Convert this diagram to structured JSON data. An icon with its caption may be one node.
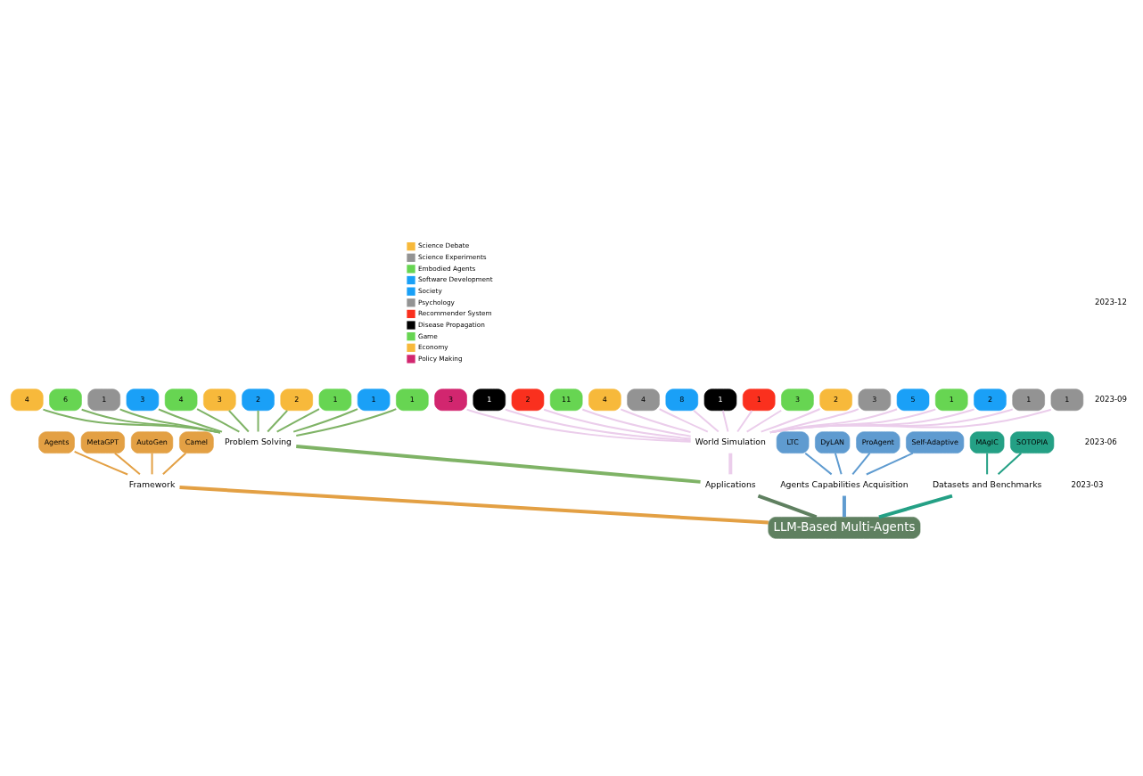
{
  "diagram": {
    "nodes": [
      {
        "text": [
          "LLM-Based Multi-Agents"
        ]
      },
      {
        "text": [
          "Framework"
        ]
      },
      {
        "text": [
          "Applications"
        ]
      },
      {
        "text": [
          "Problem Solving"
        ]
      },
      {
        "text": [
          "World Simulation"
        ]
      },
      {
        "text": [
          "Agents Capabilities Acquisition"
        ]
      },
      {
        "text": [
          "Datasets and Benchmarks"
        ]
      },
      {
        "text": [
          "Agents"
        ]
      },
      {
        "text": [
          "MetaGPT"
        ]
      },
      {
        "text": [
          "AutoGen"
        ]
      },
      {
        "text": [
          "Camel"
        ]
      },
      {
        "text": [
          "4"
        ]
      },
      {
        "text": [
          "6"
        ]
      },
      {
        "text": [
          "1"
        ]
      },
      {
        "text": [
          "3"
        ]
      },
      {
        "text": [
          "4"
        ]
      },
      {
        "text": [
          "3"
        ]
      },
      {
        "text": [
          "2"
        ]
      },
      {
        "text": [
          "2"
        ]
      },
      {
        "text": [
          "1"
        ]
      },
      {
        "text": [
          "1"
        ]
      },
      {
        "text": [
          "1"
        ]
      },
      {
        "text": [
          "3"
        ]
      },
      {
        "text": [
          "1"
        ]
      },
      {
        "text": [
          "2"
        ]
      },
      {
        "text": [
          "11"
        ]
      },
      {
        "text": [
          "4"
        ]
      },
      {
        "text": [
          "4"
        ]
      },
      {
        "text": [
          "8"
        ]
      },
      {
        "text": [
          "1"
        ]
      },
      {
        "text": [
          "1"
        ]
      },
      {
        "text": [
          "3"
        ]
      },
      {
        "text": [
          "2"
        ]
      },
      {
        "text": [
          "3"
        ]
      },
      {
        "text": [
          "5"
        ]
      },
      {
        "text": [
          "1"
        ]
      },
      {
        "text": [
          "2"
        ]
      },
      {
        "text": [
          "1"
        ]
      },
      {
        "text": [
          "1"
        ]
      },
      {
        "text": [
          "LTC"
        ]
      },
      {
        "text": [
          "DyLAN"
        ]
      },
      {
        "text": [
          "ProAgent"
        ]
      },
      {
        "text": [
          "Self-Adaptive"
        ]
      },
      {
        "text": [
          "MAgIC"
        ]
      },
      {
        "text": [
          "SOTOPIA"
        ]
      }
    ],
    "edges": [
      {
        "from": 0,
        "to": 1,
        "arrow": "none",
        "style": "thick",
        "color": "#e3a044"
      },
      {
        "from": 0,
        "to": 2,
        "arrow": "none",
        "style": "thick",
        "color": "#5f8060"
      },
      {
        "from": 0,
        "to": 5,
        "arrow": "none",
        "style": "thick",
        "color": "#5f9bd0"
      },
      {
        "from": 0,
        "to": 6,
        "arrow": "none",
        "style": "thick",
        "color": "#24a085"
      },
      {
        "from": 2,
        "to": 3,
        "arrow": "none",
        "style": "thick",
        "color": "#7fb366"
      },
      {
        "from": 2,
        "to": 4,
        "arrow": "none",
        "style": "thick",
        "color": "#ebcdeb"
      },
      {
        "from": 1,
        "to": 7,
        "arrow": "none",
        "color": "#e3a044"
      },
      {
        "from": 1,
        "to": 8,
        "arrow": "none",
        "color": "#e3a044"
      },
      {
        "from": 1,
        "to": 9,
        "arrow": "none",
        "color": "#e3a044"
      },
      {
        "from": 1,
        "to": 10,
        "arrow": "none",
        "color": "#e3a044"
      },
      {
        "from": 3,
        "to": 11,
        "arrow": "none",
        "color": "#7fb366"
      },
      {
        "from": 3,
        "to": 12,
        "arrow": "none",
        "color": "#7fb366"
      },
      {
        "from": 3,
        "to": 13,
        "arrow": "none",
        "color": "#7fb366"
      },
      {
        "from": 3,
        "to": 14,
        "arrow": "none",
        "color": "#7fb366"
      },
      {
        "from": 3,
        "to": 15,
        "arrow": "none",
        "color": "#7fb366"
      },
      {
        "from": 3,
        "to": 16,
        "arrow": "none",
        "color": "#7fb366"
      },
      {
        "from": 3,
        "to": 17,
        "arrow": "none",
        "color": "#7fb366"
      },
      {
        "from": 3,
        "to": 18,
        "arrow": "none",
        "color": "#7fb366"
      },
      {
        "from": 3,
        "to": 19,
        "arrow": "none",
        "color": "#7fb366"
      },
      {
        "from": 3,
        "to": 20,
        "arrow": "none",
        "color": "#7fb366"
      },
      {
        "from": 3,
        "to": 21,
        "arrow": "none",
        "color": "#7fb366"
      },
      {
        "from": 4,
        "to": 22,
        "arrow": "none",
        "color": "#ebcdeb"
      },
      {
        "from": 4,
        "to": 23,
        "arrow": "none",
        "color": "#ebcdeb"
      },
      {
        "from": 4,
        "to": 24,
        "arrow": "none",
        "color": "#ebcdeb"
      },
      {
        "from": 4,
        "to": 25,
        "arrow": "none",
        "color": "#ebcdeb"
      },
      {
        "from": 4,
        "to": 26,
        "arrow": "none",
        "color": "#ebcdeb"
      },
      {
        "from": 4,
        "to": 27,
        "arrow": "none",
        "color": "#ebcdeb"
      },
      {
        "from": 4,
        "to": 28,
        "arrow": "none",
        "color": "#ebcdeb"
      },
      {
        "from": 4,
        "to": 29,
        "arrow": "none",
        "color": "#ebcdeb"
      },
      {
        "from": 4,
        "to": 30,
        "arrow": "none",
        "color": "#ebcdeb"
      },
      {
        "from": 4,
        "to": 31,
        "arrow": "none",
        "color": "#ebcdeb"
      },
      {
        "from": 4,
        "to": 32,
        "arrow": "none",
        "color": "#ebcdeb"
      },
      {
        "from": 4,
        "to": 33,
        "arrow": "none",
        "color": "#ebcdeb"
      },
      {
        "from": 4,
        "to": 34,
        "arrow": "none",
        "color": "#ebcdeb"
      },
      {
        "from": 4,
        "to": 35,
        "arrow": "none",
        "color": "#ebcdeb"
      },
      {
        "from": 4,
        "to": 36,
        "arrow": "none",
        "color": "#ebcdeb"
      },
      {
        "from": 4,
        "to": 37,
        "arrow": "none",
        "color": "#ebcdeb"
      },
      {
        "from": 4,
        "to": 38,
        "arrow": "none",
        "color": "#ebcdeb"
      },
      {
        "from": 5,
        "to": 39,
        "arrow": "none",
        "color": "#5f9bd0"
      },
      {
        "from": 5,
        "to": 40,
        "arrow": "none",
        "color": "#5f9bd0"
      },
      {
        "from": 5,
        "to": 41,
        "arrow": "none",
        "color": "#5f9bd0"
      },
      {
        "from": 5,
        "to": 42,
        "arrow": "none",
        "color": "#5f9bd0"
      },
      {
        "from": 6,
        "to": 43,
        "arrow": "none",
        "color": "#24a085"
      },
      {
        "from": 6,
        "to": 44,
        "arrow": "none",
        "color": "#24a085"
      }
    ],
    "labels": [
      "2023-12",
      "2023-09",
      "2023-06",
      "2023-03"
    ],
    "legend": [
      {
        "text": "Science Debate",
        "color": "#f7b93b"
      },
      {
        "text": "Science Experiments",
        "color": "#939393"
      },
      {
        "text": "Embodied Agents",
        "color": "#67d552"
      },
      {
        "text": "Software Development",
        "color": "#1aa0f7"
      },
      {
        "text": "Society",
        "color": "#1aa0f7"
      },
      {
        "text": "Psychology",
        "color": "#939393"
      },
      {
        "text": "Recommender System",
        "color": "#fa301e"
      },
      {
        "text": "Disease Propagation",
        "color": "#000000"
      },
      {
        "text": "Game",
        "color": "#67d552"
      },
      {
        "text": "Economy",
        "color": "#f7b93b"
      },
      {
        "text": "Policy Making",
        "color": "#d2266f"
      }
    ]
  }
}
